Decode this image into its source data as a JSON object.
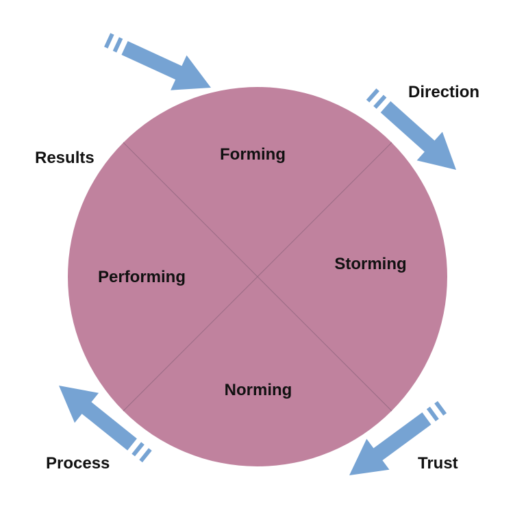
{
  "colors": {
    "circle_fill": "#c0829e",
    "divider": "#9a6b85",
    "arrow": "#76a3d3",
    "text": "#111111"
  },
  "stages": {
    "forming": "Forming",
    "storming": "Storming",
    "norming": "Norming",
    "performing": "Performing"
  },
  "outer_labels": {
    "direction": "Direction",
    "trust": "Trust",
    "process": "Process",
    "results": "Results"
  },
  "icons": [
    "arrow-icon-top",
    "arrow-icon-right",
    "arrow-icon-bottom",
    "arrow-icon-left"
  ]
}
